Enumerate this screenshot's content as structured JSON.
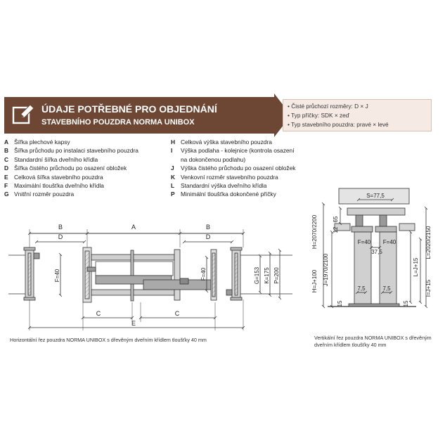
{
  "banner": {
    "title": "ÚDAJE POTŘEBNÉ PRO OBJEDNÁNÍ",
    "subtitle": "STAVEBNÍHO POUZDRA NORMA UNIBOX",
    "icon": "pencil-edit-icon",
    "color": "#6d4734"
  },
  "info": [
    "• Čisté průchozí rozměry: D × J",
    "• Typ příčky: SDK × zeď",
    "• Typ stavebního pouzdra: pravé × levé"
  ],
  "legend_left": [
    {
      "key": "A",
      "text": "Šířka plechové kapsy"
    },
    {
      "key": "B",
      "text": "Šířka průchodu po instalaci stavebního pouzdra"
    },
    {
      "key": "C",
      "text": "Standardní šířka dveřního křídla"
    },
    {
      "key": "D",
      "text": "Šířka čistého průchodu po osazení obložek"
    },
    {
      "key": "E",
      "text": "Celková šířka stavebního pouzdra"
    },
    {
      "key": "F",
      "text": "Maximální tloušťka dveřního křídla"
    },
    {
      "key": "G",
      "text": "Vnitřní rozměr pouzdra"
    }
  ],
  "legend_right": [
    {
      "key": "H",
      "text": "Celková výška stavebního pouzdra"
    },
    {
      "key": "I",
      "text": "Výška podlaha - kolejnice (kontrola osazení"
    },
    {
      "key": "",
      "text": "na dokončenou podlahu)"
    },
    {
      "key": "J",
      "text": "Výška čistého průchodu po osazení obložek"
    },
    {
      "key": "K",
      "text": "Venkovní rozměr stavebního pouzdra"
    },
    {
      "key": "L",
      "text": "Standardní výška dveřního křídla"
    },
    {
      "key": "P",
      "text": "Minimální tloušťka dokončené příčky"
    }
  ],
  "horizontal": {
    "caption": "Horizontální řez pouzdra NORMA UNIBOX s dřevěným dveřním křídlem tloušťky 40 mm",
    "labels": {
      "A": "A",
      "B_left": "B",
      "B_right": "B",
      "D_left": "D",
      "D_right": "D",
      "C_left": "C",
      "C_right": "C",
      "E": "E",
      "F_left": "F=40",
      "F_right": "F=40",
      "G": "G=153",
      "K": "K=175",
      "P": "P=200"
    }
  },
  "vertical": {
    "caption": "Vertikální řez pouzdra NORMA UNIBOX s dřevěným dveřním křídlem tloušťky 40 mm",
    "labels": {
      "S": "S=77,5",
      "H": "H=2070/2200",
      "J": "J=1970/2100",
      "HJ": "H=J+100",
      "v12": "12",
      "v65": "65",
      "F1": "F=40",
      "F2": "F=40",
      "d375": "37,5",
      "d75a": "7,5",
      "d75b": "7,5",
      "L": "L=2020/2150",
      "LJ": "L=J+15",
      "IJ": "I=J+15",
      "d15a": "15",
      "d15b": "15"
    }
  }
}
